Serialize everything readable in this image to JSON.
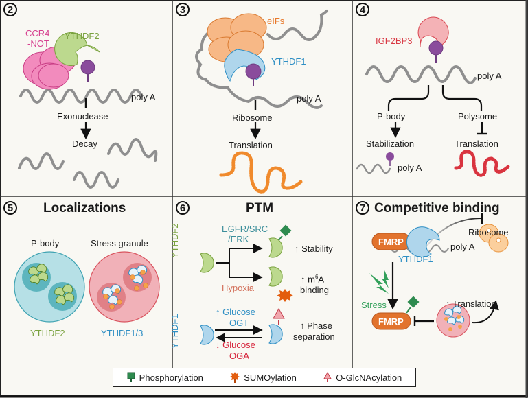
{
  "panels": [
    {
      "number": "2",
      "labels": {
        "complex": "CCR4\n-NOT",
        "complex_line1": "CCR4",
        "complex_line2": "-NOT",
        "reader": "YTHDF2",
        "polyA": "poly A",
        "step": "Exonuclease",
        "outcome": "Decay"
      }
    },
    {
      "number": "3",
      "labels": {
        "factors": "eIFs",
        "reader": "YTHDF1",
        "polyA": "poly A",
        "step": "Ribosome",
        "outcome": "Translation"
      }
    },
    {
      "number": "4",
      "labels": {
        "reader": "IGF2BP3",
        "polyA": "poly A",
        "left_branch": "P-body",
        "left_outcome": "Stabilization",
        "left_polyA": "poly A",
        "right_branch": "Polysome",
        "right_outcome": "Translation"
      }
    },
    {
      "number": "5",
      "title": "Localizations",
      "labels": {
        "left": "P-body",
        "right": "Stress granule",
        "left_reader": "YTHDF2",
        "right_reader": "YTHDF1/3"
      }
    },
    {
      "number": "6",
      "title": "PTM",
      "labels": {
        "reader_top": "YTHDF2",
        "signal_top_1": "EGFR/SRC",
        "signal_top_2": "/ERK",
        "signal_mid": "Hypoxia",
        "effect_1": "Stability",
        "effect_2a": "m",
        "effect_2sup": "6",
        "effect_2b": "A",
        "effect_2c": "binding",
        "reader_bottom": "YTHDF1",
        "up_glucose": "Glucose",
        "ogt": "OGT",
        "down_glucose": "Glucose",
        "oga": "OGA",
        "effect_3a": "Phase",
        "effect_3b": "separation"
      }
    },
    {
      "number": "7",
      "title": "Competitive binding",
      "labels": {
        "ribosome": "Ribosome",
        "fmrp_top": "FMRP",
        "reader": "YTHDF1",
        "polyA": "poly A",
        "stress": "Stress",
        "fmrp_bottom": "FMRP",
        "effect": "Translation"
      }
    }
  ],
  "legend": [
    {
      "icon": "phosphorylation-icon",
      "label": "Phosphorylation",
      "color": "#2e8b4f"
    },
    {
      "icon": "sumoylation-icon",
      "label": "SUMOylation",
      "color": "#e35d0e"
    },
    {
      "icon": "o-glcnacylation-icon",
      "label": "O-GlcNAcylation",
      "color": "#f1a7ad"
    }
  ],
  "colors": {
    "ythdf2": "#7aa23f",
    "ythdf2_fill": "#bcd98e",
    "ythdf1": "#2f8fc4",
    "ythdf1_fill": "#afd6ec",
    "ccr4": "#d6408f",
    "ccr4_fill": "#f28bbd",
    "eifs": "#e8782a",
    "eifs_fill": "#f7b886",
    "igf2bp3": "#d93a45",
    "igf2bp3_fill": "#f4b2b6",
    "m6a": "#8a4c9c",
    "hypoxia": "#d3705a",
    "glucose_down": "#d7263d",
    "fmrp": "#e2732d",
    "stress": "#33a05a",
    "rna": "#8f8f8f"
  }
}
